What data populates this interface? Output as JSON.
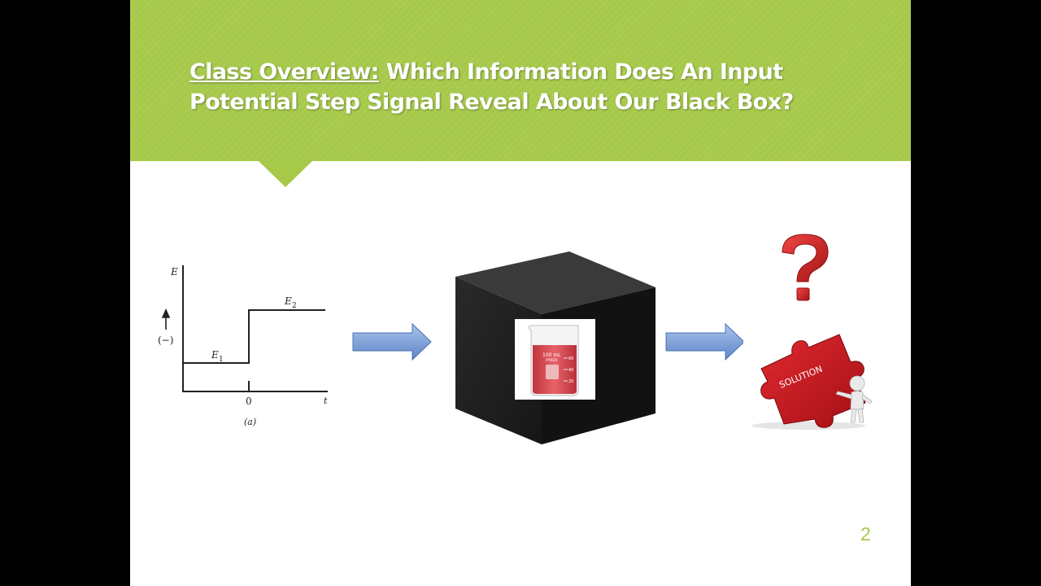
{
  "slide": {
    "title_lead": "Class Overview:",
    "title_rest": " Which Information Does An Input Potential Step Signal Reveal About Our Black Box?",
    "page_number": "2"
  },
  "graph": {
    "y_axis": "E",
    "direction_label": "(−)",
    "e1_letter": "E",
    "e1_sub": "1",
    "e2_letter": "E",
    "e2_sub": "2",
    "x_zero": "0",
    "x_axis": "t",
    "caption": "(a)"
  },
  "beaker": {
    "volume_label": "100 mL",
    "brand_label": "PYREX",
    "scale_marks": [
      "60",
      "40",
      "20"
    ]
  },
  "puzzle": {
    "label": "SOLUTION"
  },
  "colors": {
    "banner": "#a6c94a",
    "arrow": "#7ba0d6",
    "box": "#1b1b1b",
    "question_mark": "#d42a2a",
    "puzzle": "#c8171e",
    "page_number": "#a6c94a"
  },
  "icons": [
    "step-signal-graph",
    "right-arrow-icon",
    "black-box-cube",
    "beaker-icon",
    "question-mark-icon",
    "puzzle-solution-icon"
  ]
}
